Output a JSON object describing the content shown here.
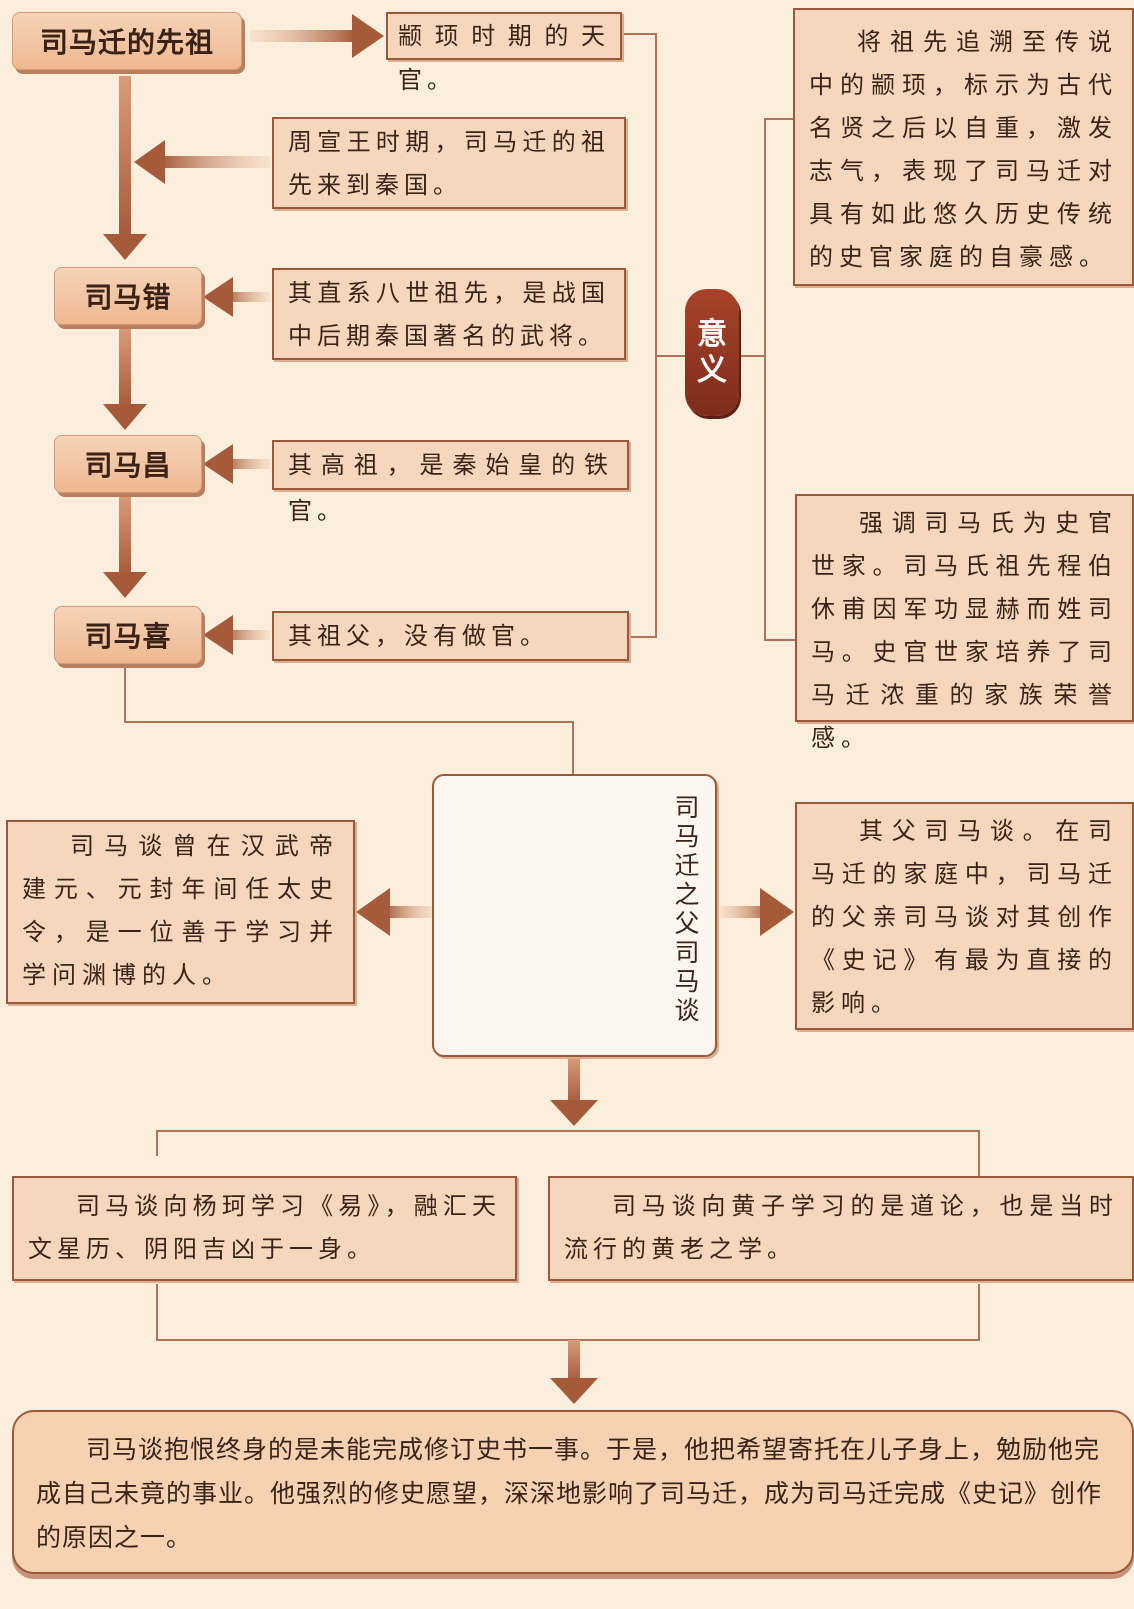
{
  "ancestors": {
    "title": "司马迁的先祖",
    "names": [
      "司马错",
      "司马昌",
      "司马喜"
    ]
  },
  "notes": {
    "zhuanxu": "颛顼时期的天官。",
    "zhouxuan": "周宣王时期，司马迁的祖先来到秦国。",
    "cuo": "其直系八世祖先，是战国中后期秦国著名的武将。",
    "chang": "其高祖，是秦始皇的铁官。",
    "xi": "其祖父，没有做官。"
  },
  "meaning": {
    "label": [
      "意",
      "义"
    ],
    "point1": "将祖先追溯至传说中的颛顼，标示为古代名贤之后以自重，激发志气，表现了司马迁对具有如此悠久历史传统的史官家庭的自豪感。",
    "point2": "强调司马氏为史官世家。司马氏祖先程伯休甫因军功显赫而姓司马。史官世家培养了司马迁浓重的家族荣誉感。"
  },
  "father": {
    "caption": "司马迁之父司马谈",
    "left_text": "司马谈曾在汉武帝建元、元封年间任太史令，是一位善于学习并学问渊博的人。",
    "right_text": "其父司马谈。在司马迁的家庭中，司马迁的父亲司马谈对其创作《史记》有最为直接的影响。"
  },
  "study": {
    "left": "司马谈向杨珂学习《易》，融汇天文星历、阴阳吉凶于一身。",
    "right": "司马谈向黄子学习的是道论，也是当时流行的黄老之学。"
  },
  "conclusion": "司马谈抱恨终身的是未能完成修订史书一事。于是，他把希望寄托在儿子身上，勉励他完成自己未竟的事业。他强烈的修史愿望，深深地影响了司马迁，成为司马迁完成《史记》创作的原因之一。",
  "colors": {
    "arrow": "#a55a3a",
    "line": "#b2725a",
    "box_fill": "#f6d7bd",
    "accent": "#8a3322"
  }
}
